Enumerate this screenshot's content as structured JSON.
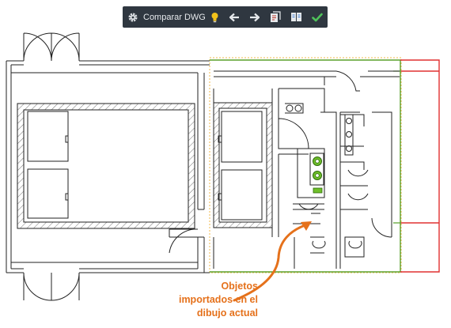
{
  "toolbar": {
    "label": "Comparar DWG",
    "icons": [
      "gear-icon",
      "lightbulb-icon",
      "arrow-left-icon",
      "arrow-right-icon",
      "import-objects-icon",
      "compare-sheets-icon",
      "checkmark-icon"
    ],
    "colors": {
      "background": "#2f3740",
      "text": "#e6e9ec",
      "bulb": "#f2c21b",
      "check": "#4fc25a"
    }
  },
  "callout": {
    "lines": [
      "Objetos",
      "importados en el",
      "dibujo actual"
    ],
    "color": "#e5711b"
  },
  "drawing": {
    "colors": {
      "linework": "#222222",
      "added_outline": "#5aa02c",
      "removed_outline": "#e03030",
      "highlight_box": "#f2b84a",
      "imported_objects": "#6fbf2a"
    }
  }
}
